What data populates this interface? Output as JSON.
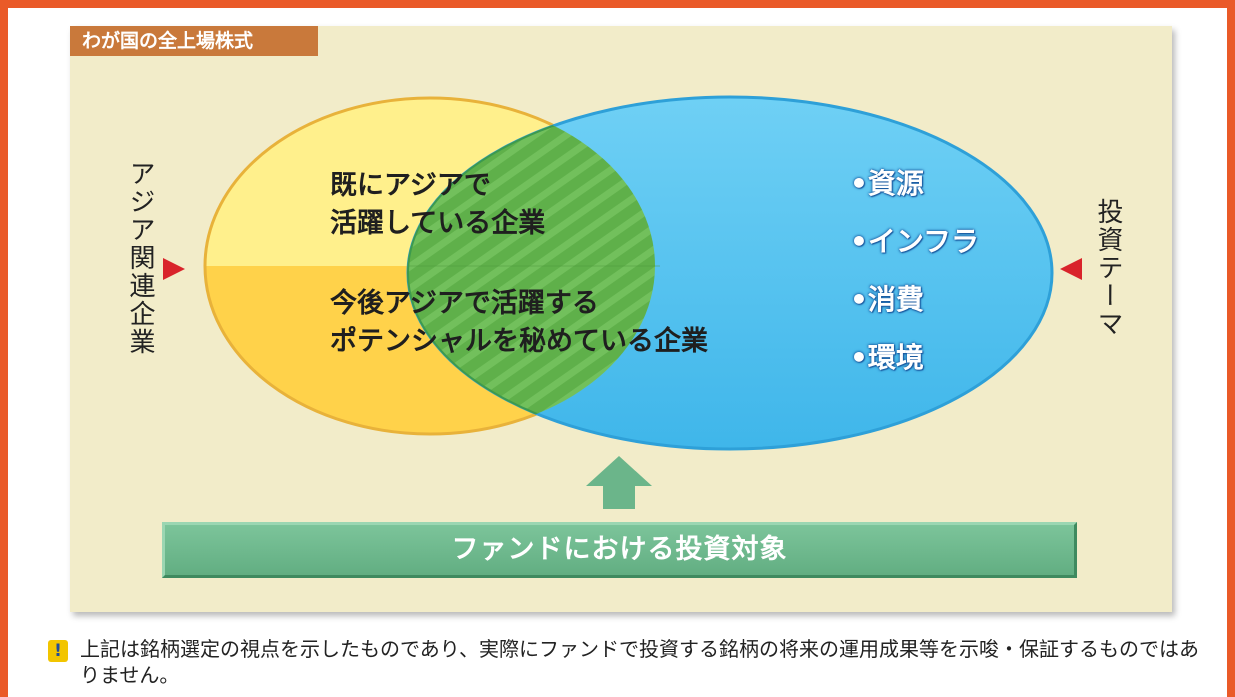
{
  "colors": {
    "frame": "#ea5a28",
    "panel": "#f2ecc9",
    "badge": "#c9793b",
    "left_circle_top": "#fff08c",
    "left_circle_bottom": "#ffd24a",
    "right_circle": "#4fc3ef",
    "overlap": "#5fb04a",
    "arrow_red": "#d9242b",
    "fund_green": "#6bb58a"
  },
  "badge": {
    "label": "わが国の全上場株式"
  },
  "left_label": "アジア関連企業",
  "right_label": "投資テーマ",
  "left_circle": {
    "upper_text": "既にアジアで\n活躍している企業",
    "lower_text": "今後アジアで活躍する\nポテンシャルを秘めている企業"
  },
  "right_circle": {
    "themes": [
      "•資源",
      "•インフラ",
      "•消費",
      "•環境"
    ]
  },
  "target_bar": {
    "label": "ファンドにおける投資対象"
  },
  "note": {
    "icon": "exclamation-icon",
    "icon_glyph": "!",
    "text": "上記は銘柄選定の視点を示したものであり、実際にファンドで投資する銘柄の将来の運用成果等を示唆・保証するものではありません。"
  }
}
